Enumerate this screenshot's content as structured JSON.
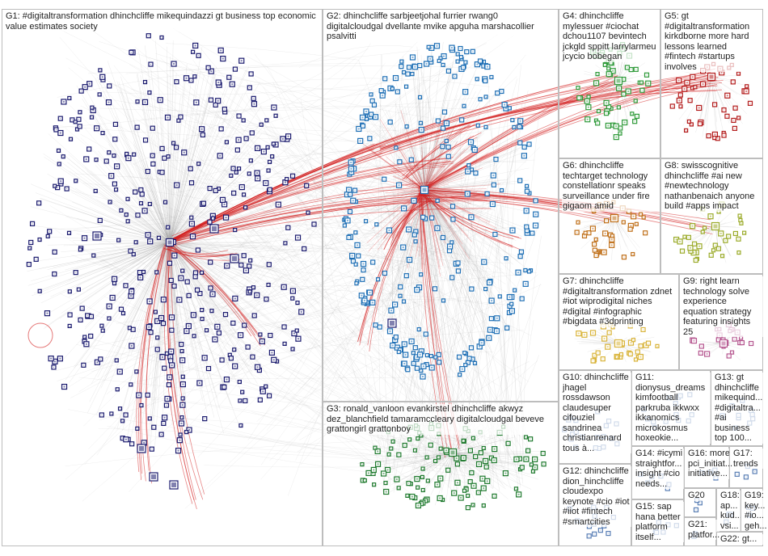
{
  "groups": [
    {
      "id": "G1",
      "label": "G1: #digitaltransformation dhinchcliffe mikequindazzi gt business top economic value estimates society"
    },
    {
      "id": "G2",
      "label": "G2: dhinchcliffe sarbjeetjohal furrier rwang0 digitalcloudgal dvellante mvike apguha marshacollier psalvitti"
    },
    {
      "id": "G3",
      "label": "G3: ronald_vanloon evankirstel dhinchcliffe akwyz dez_blanchfield tamaramccleary digitalcloudgal beveve grattongirl grattonboy"
    },
    {
      "id": "G4",
      "label": "G4: dhinchcliffe mylessuer #ciochat dchou1107 bevintech jckgld sppitt larrylarmeu jcycio bobegan"
    },
    {
      "id": "G5",
      "label": "G5: gt #digitaltransformation kirkdborne more hard lessons learned #fintech #startups involves"
    },
    {
      "id": "G6",
      "label": "G6: dhinchcliffe techtarget technology constellationr speaks surveillance under fire gigaom amid"
    },
    {
      "id": "G7",
      "label": "G7: dhinchcliffe #digitaltransformation zdnet #iot wiprodigital niches #digital #infographic #bigdata #3dprinting"
    },
    {
      "id": "G8",
      "label": "G8: swisscognitive dhinchcliffe #ai new #newtechnology nathanbenaich anyone build #apps impact"
    },
    {
      "id": "G9",
      "label": "G9: right learn technology solve experience equation strategy featuring insights 25"
    },
    {
      "id": "G10",
      "label": "G10: dhinchcliffe jhagel rossdawson claudesuper cifouziel sandrinea christianrenard tous à..."
    },
    {
      "id": "G11",
      "label": "G11: dionysus_dreams kimfootball parkruba ikkwxx ikkanomics microkosmus hoxeokie..."
    },
    {
      "id": "G12",
      "label": "G12: dhinchcliffe dion_hinchcliffe cloudexpo keynote #cio #iot #iiot #fintech #smartcities"
    },
    {
      "id": "G13",
      "label": "G13: gt dhinchcliffe mikequind... #digitaltra... #ai business top 100..."
    },
    {
      "id": "G14",
      "label": "G14: #icymi straightfor... insight #cio needs..."
    },
    {
      "id": "G15",
      "label": "G15: sap hana better platform itself..."
    },
    {
      "id": "G16",
      "label": "G16: more pci_initiat... initiative..."
    },
    {
      "id": "G17",
      "label": "G17: trends"
    },
    {
      "id": "G18",
      "label": "G18: ap... kud... vsi..."
    },
    {
      "id": "G19",
      "label": "G19: key... #io... geh..."
    },
    {
      "id": "G20",
      "label": "G20"
    },
    {
      "id": "G21",
      "label": "G21: platfor..."
    },
    {
      "id": "G22",
      "label": "G22: gt..."
    }
  ],
  "colors": {
    "panel_border": "#bdbdbd",
    "edge_gray": "#9a9a9a",
    "edge_red": "#d42020",
    "node_g1": "#1a1a6e",
    "node_g2": "#1e6fb5",
    "node_g3": "#1f7a2e",
    "node_g4": "#2f9a3a",
    "node_g5": "#b31b1b",
    "node_g6": "#c0701a",
    "node_g7": "#d9b43a",
    "node_g8": "#9bab2a",
    "node_g9": "#b5568f",
    "node_small": "#5a7fb5"
  }
}
